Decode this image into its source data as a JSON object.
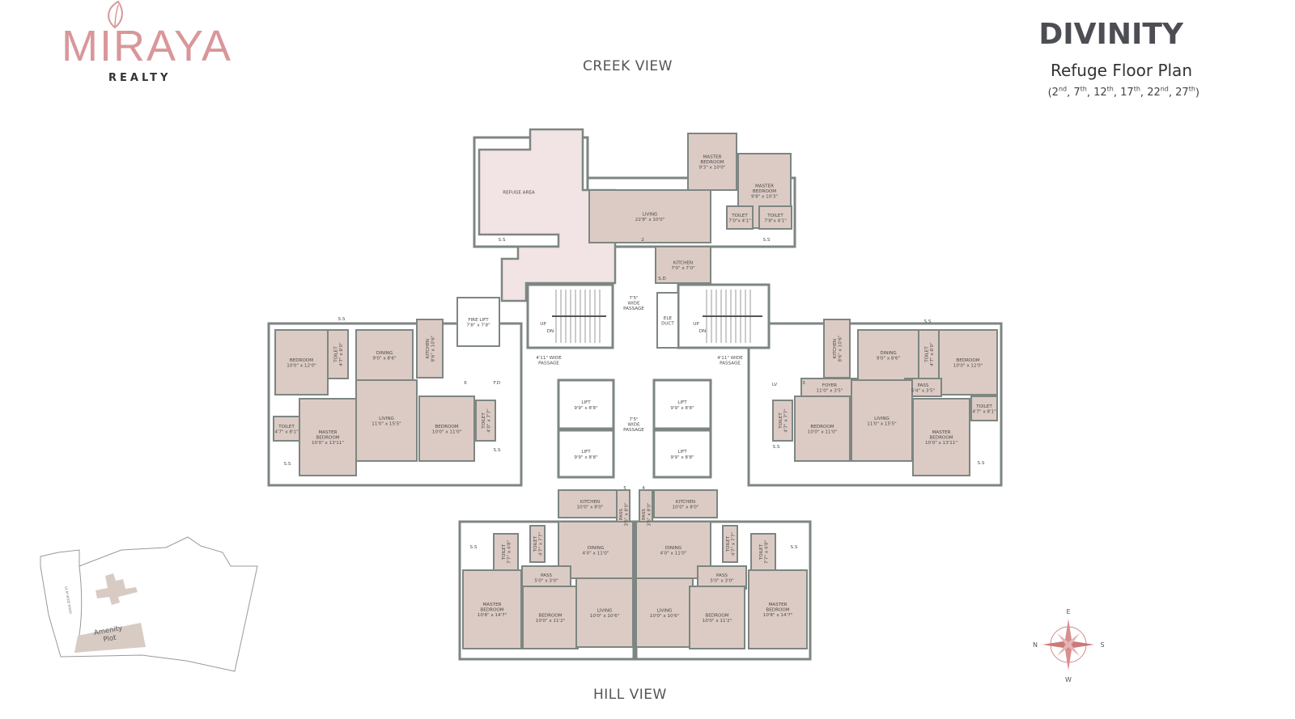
{
  "brand": {
    "name": "MIRAYA",
    "sub": "REALTY",
    "color": "#d9979a",
    "icon": "leaf-icon"
  },
  "header": {
    "title": "DIVINITY",
    "subtitle": "Refuge Floor Plan",
    "floors": [
      {
        "n": "2",
        "s": "nd"
      },
      {
        "n": "7",
        "s": "th"
      },
      {
        "n": "12",
        "s": "th"
      },
      {
        "n": "17",
        "s": "th"
      },
      {
        "n": "22",
        "s": "nd"
      },
      {
        "n": "27",
        "s": "th"
      }
    ]
  },
  "views": {
    "top": "CREEK VIEW",
    "bottom": "HILL VIEW"
  },
  "colors": {
    "room": "#dccbc4",
    "refuge": "#f2e4e4",
    "wall": "#7d8682",
    "site": "#d8cbc3"
  },
  "rooms": [
    {
      "name": "REFUGE AREA",
      "size": ""
    },
    {
      "name": "MASTER BEDROOM",
      "size": "9'3\" x 10'0\""
    },
    {
      "name": "MASTER BEDROOM",
      "size": "9'8\" x 10'3\""
    },
    {
      "name": "LIVING",
      "size": "22'8\" x 10'0\""
    },
    {
      "name": "TOILET",
      "size": "7'0\"x 4'1\""
    },
    {
      "name": "TOILET",
      "size": "7'8\"x 4'1\""
    },
    {
      "name": "KITCHEN",
      "size": "7'0\" x 7'0\""
    },
    {
      "name": "FIRE LIFT",
      "size": "7'8\" x 7'8\""
    },
    {
      "name": "ELE",
      "size": "DUCT"
    },
    {
      "name": "BEDROOM",
      "size": "10'0\" x 12'0\""
    },
    {
      "name": "TOILET",
      "size": "4'7\" x 6'0\""
    },
    {
      "name": "DINING",
      "size": "9'0\" x 8'6\""
    },
    {
      "name": "KITCHEN",
      "size": "8'6\" x 10'6\""
    },
    {
      "name": "TOILET",
      "size": "4'7\" x 8'1\""
    },
    {
      "name": "MASTER BEDROOM",
      "size": "10'0\" x 13'11\""
    },
    {
      "name": "LIVING",
      "size": "11'0\" x 15'5\""
    },
    {
      "name": "BEDROOM",
      "size": "10'0\" x 11'0\""
    },
    {
      "name": "TOILET",
      "size": "4'0\" x 7'7\""
    },
    {
      "name": "KITCHEN",
      "size": "8'6\" x 10'6\""
    },
    {
      "name": "DINING",
      "size": "9'0\" x 8'6\""
    },
    {
      "name": "TOILET",
      "size": "4'7\" x 6'0\""
    },
    {
      "name": "BEDROOM",
      "size": "10'0\" x 12'0\""
    },
    {
      "name": "FOYER",
      "size": "11'0\" x 3'5\""
    },
    {
      "name": "PASS",
      "size": "5'4\" x 3'5\""
    },
    {
      "name": "TOILET",
      "size": "4'7\" x 7'7\""
    },
    {
      "name": "BEDROOM",
      "size": "10'0\" x 11'0\""
    },
    {
      "name": "LIVING",
      "size": "11'0\" x 15'5\""
    },
    {
      "name": "MASTER BEDROOM",
      "size": "10'0\" x 13'11\""
    },
    {
      "name": "TOILET",
      "size": "4'7\" x 8'1\""
    },
    {
      "name": "KITCHEN",
      "size": "10'0\" x 8'0\""
    },
    {
      "name": "PASS",
      "size": "3'5\" x 8'0\""
    },
    {
      "name": "DINING",
      "size": "4'0\" x 11'0\""
    },
    {
      "name": "TOILET",
      "size": "4'7\" x 7'7\""
    },
    {
      "name": "TOILET",
      "size": "7'7\" x 4'8\""
    },
    {
      "name": "PASS",
      "size": "5'0\" x 3'0\""
    },
    {
      "name": "MASTER BEDROOM",
      "size": "10'8\" x 14'7\""
    },
    {
      "name": "BEDROOM",
      "size": "10'0\" x 11'2\""
    },
    {
      "name": "LIVING",
      "size": "10'0\" x 10'6\""
    },
    {
      "name": "KITCHEN",
      "size": "10'0\" x 8'0\""
    },
    {
      "name": "PASS",
      "size": "3'5\" x 8'0\""
    },
    {
      "name": "DINING",
      "size": "4'0\" x 11'0\""
    },
    {
      "name": "TOILET",
      "size": "4'7\" x 7'7\""
    },
    {
      "name": "TOILET",
      "size": "7'7\" x 4'8\""
    },
    {
      "name": "PASS",
      "size": "5'0\" x 3'0\""
    },
    {
      "name": "LIVING",
      "size": "10'0\" x 10'6\""
    },
    {
      "name": "BEDROOM",
      "size": "10'0\" x 11'2\""
    },
    {
      "name": "MASTER BEDROOM",
      "size": "10'8\" x 14'7\""
    }
  ],
  "lifts": [
    {
      "name": "LIFT",
      "size": "9'9\" x 8'8\""
    },
    {
      "name": "LIFT",
      "size": "9'9\" x 8'8\""
    },
    {
      "name": "LIFT",
      "size": "9'9\" x 8'8\""
    },
    {
      "name": "LIFT",
      "size": "9'9\" x 8'8\""
    }
  ],
  "passages": [
    {
      "l1": "7'5\"",
      "l2": "WIDE",
      "l3": "PASSAGE"
    },
    {
      "l1": "4'11\" WIDE",
      "l2": "PASSAGE",
      "l3": ""
    },
    {
      "l1": "4'11\" WIDE",
      "l2": "PASSAGE",
      "l3": ""
    },
    {
      "l1": "7'5\"",
      "l2": "WIDE",
      "l3": "PASSAGE"
    }
  ],
  "small_labels": [
    "S.S",
    "S.S",
    "S.S",
    "S.S",
    "S.S",
    "S.S",
    "S.S",
    "S.S",
    "S.S",
    "S.S",
    "UP",
    "DN",
    "UP",
    "DN",
    "F.D",
    "LV",
    "S.D",
    "2",
    "3",
    "4",
    "5",
    "6"
  ],
  "site_map": {
    "plot_label_1": "Amenity",
    "plot_label_2": "Plot",
    "road": "18 M WIDE ROAD"
  },
  "compass": {
    "n": "N",
    "s": "S",
    "e": "E",
    "w": "W",
    "color": "#d98e8e"
  }
}
